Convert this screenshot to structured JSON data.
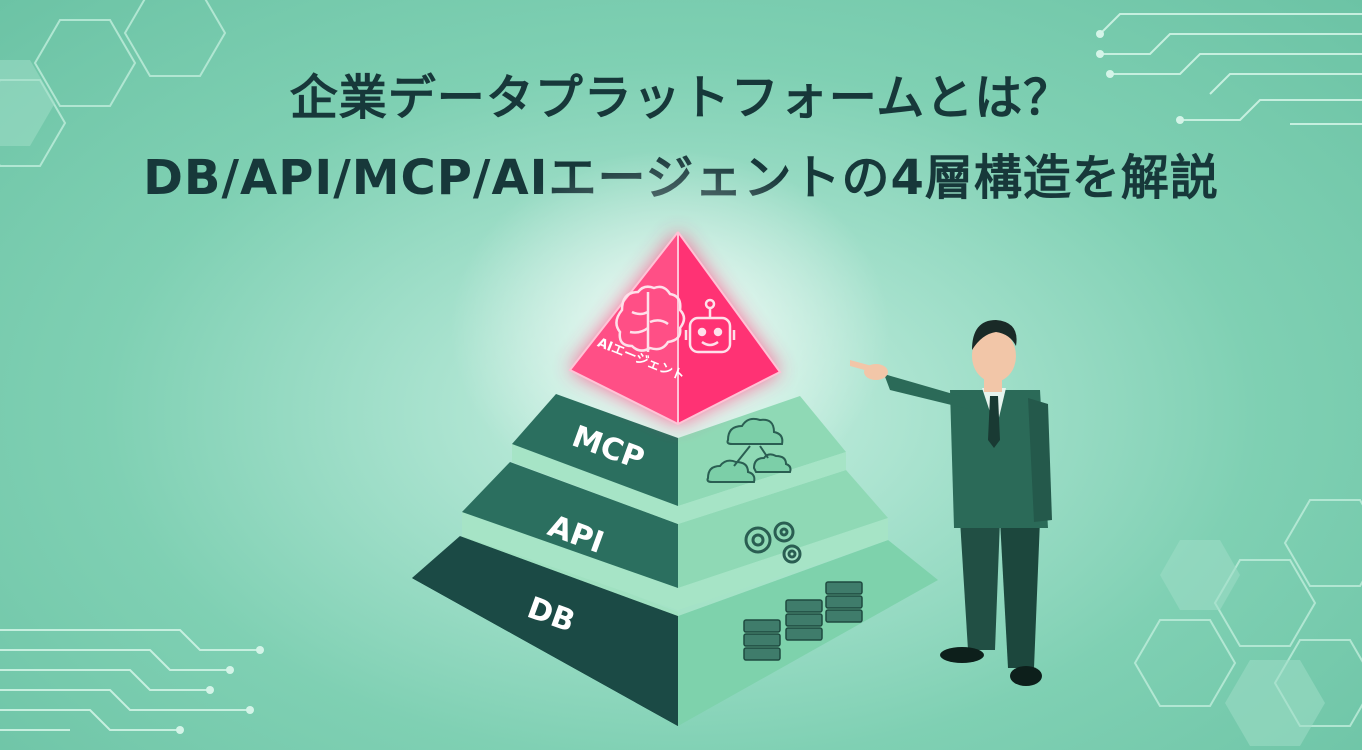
{
  "heading": {
    "line1": "企業データプラットフォームとは？",
    "line2": "DB/API/MCP/AIエージェントの4層構造を解説"
  },
  "pyramid": {
    "top_label": "AIエージェント",
    "layers": [
      {
        "label": "MCP"
      },
      {
        "label": "API"
      },
      {
        "label": "DB"
      }
    ]
  },
  "colors": {
    "background": "#8fd7bd",
    "title": "#17383a",
    "ai_pink": "#ff3f7c",
    "layer_dark": "#1e5a4e",
    "layer_mid": "#2b6f5f",
    "layer_light": "#8fd9b5",
    "db_dark": "#163f3c",
    "suit": "#245c4c"
  },
  "icons": [
    "brain-icon",
    "robot-icon",
    "cloud-network-icon",
    "gears-icon",
    "server-rack-icon",
    "circuit-lines-decoration",
    "hexagon-pattern-decoration"
  ]
}
